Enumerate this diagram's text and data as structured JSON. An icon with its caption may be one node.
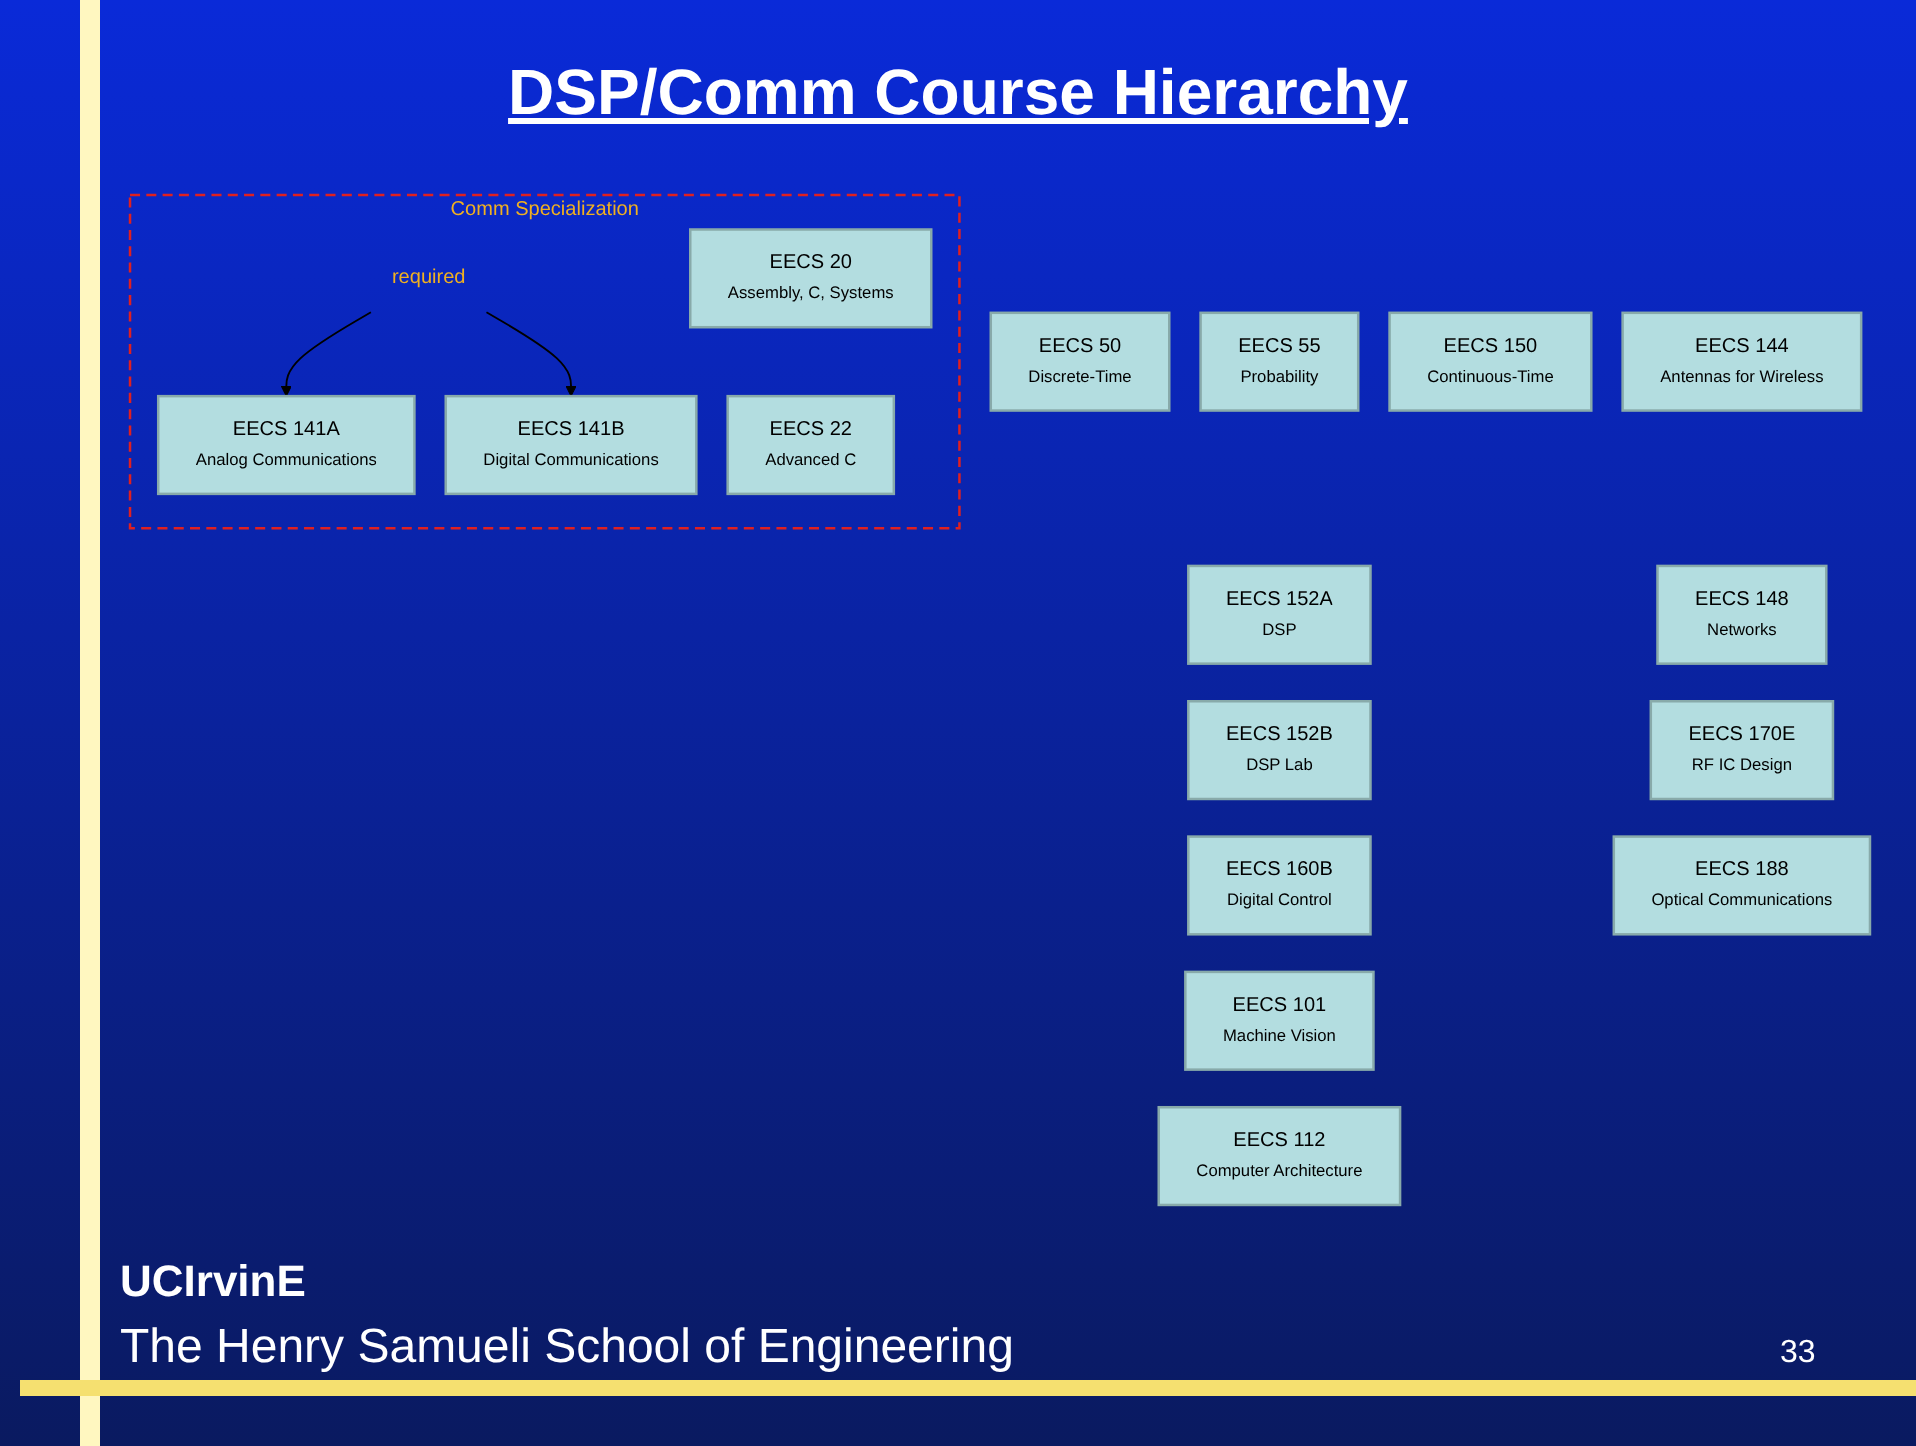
{
  "diagram": {
    "title": "DSP/Comm Course Hierarchy",
    "nodes": [
      {
        "text": [
          "EECS 50",
          "Discrete-Time"
        ]
      },
      {
        "text": [
          "EECS 55",
          "Probability"
        ]
      },
      {
        "text": [
          "EECS 150",
          "Continuous-Time"
        ]
      },
      {
        "text": [
          "EECS 152A",
          "DSP"
        ]
      },
      {
        "text": [
          "EECS 152B",
          "DSP Lab"
        ]
      },
      {
        "text": [
          "Comm Specialization"
        ]
      },
      {
        "text": [
          "required"
        ],
        "in": 5
      },
      {
        "text": [
          "EECS 141A",
          "Analog Communications"
        ],
        "in": 5
      },
      {
        "text": [
          "EECS 141B",
          "Digital Communications"
        ],
        "in": 5
      },
      {
        "text": [
          "EECS 160B",
          "Digital Control"
        ]
      },
      {
        "text": [
          "EECS 101",
          "Machine Vision"
        ]
      },
      {
        "text": [
          "EECS 112",
          "Computer Architecture"
        ]
      },
      {
        "text": [
          "EECS 20",
          "Assembly, C, Systems"
        ],
        "in": 5
      },
      {
        "text": [
          "EECS 22",
          "Advanced C"
        ],
        "in": 5
      },
      {
        "text": [
          "EECS 144",
          "Antennas for Wireless"
        ]
      },
      {
        "text": [
          "EECS 148",
          "Networks"
        ]
      },
      {
        "text": [
          "EECS 170E",
          "RF IC Design"
        ]
      },
      {
        "text": [
          "EECS 188",
          "Optical Communications"
        ]
      }
    ],
    "edges": [
      {
        "from": 6,
        "to": 7,
        "arrow": "to"
      },
      {
        "from": 6,
        "to": 8,
        "arrow": "to"
      }
    ],
    "labels": [
      "UCIrvinE",
      "The Henry Samueli School of Engineering",
      "33"
    ]
  }
}
